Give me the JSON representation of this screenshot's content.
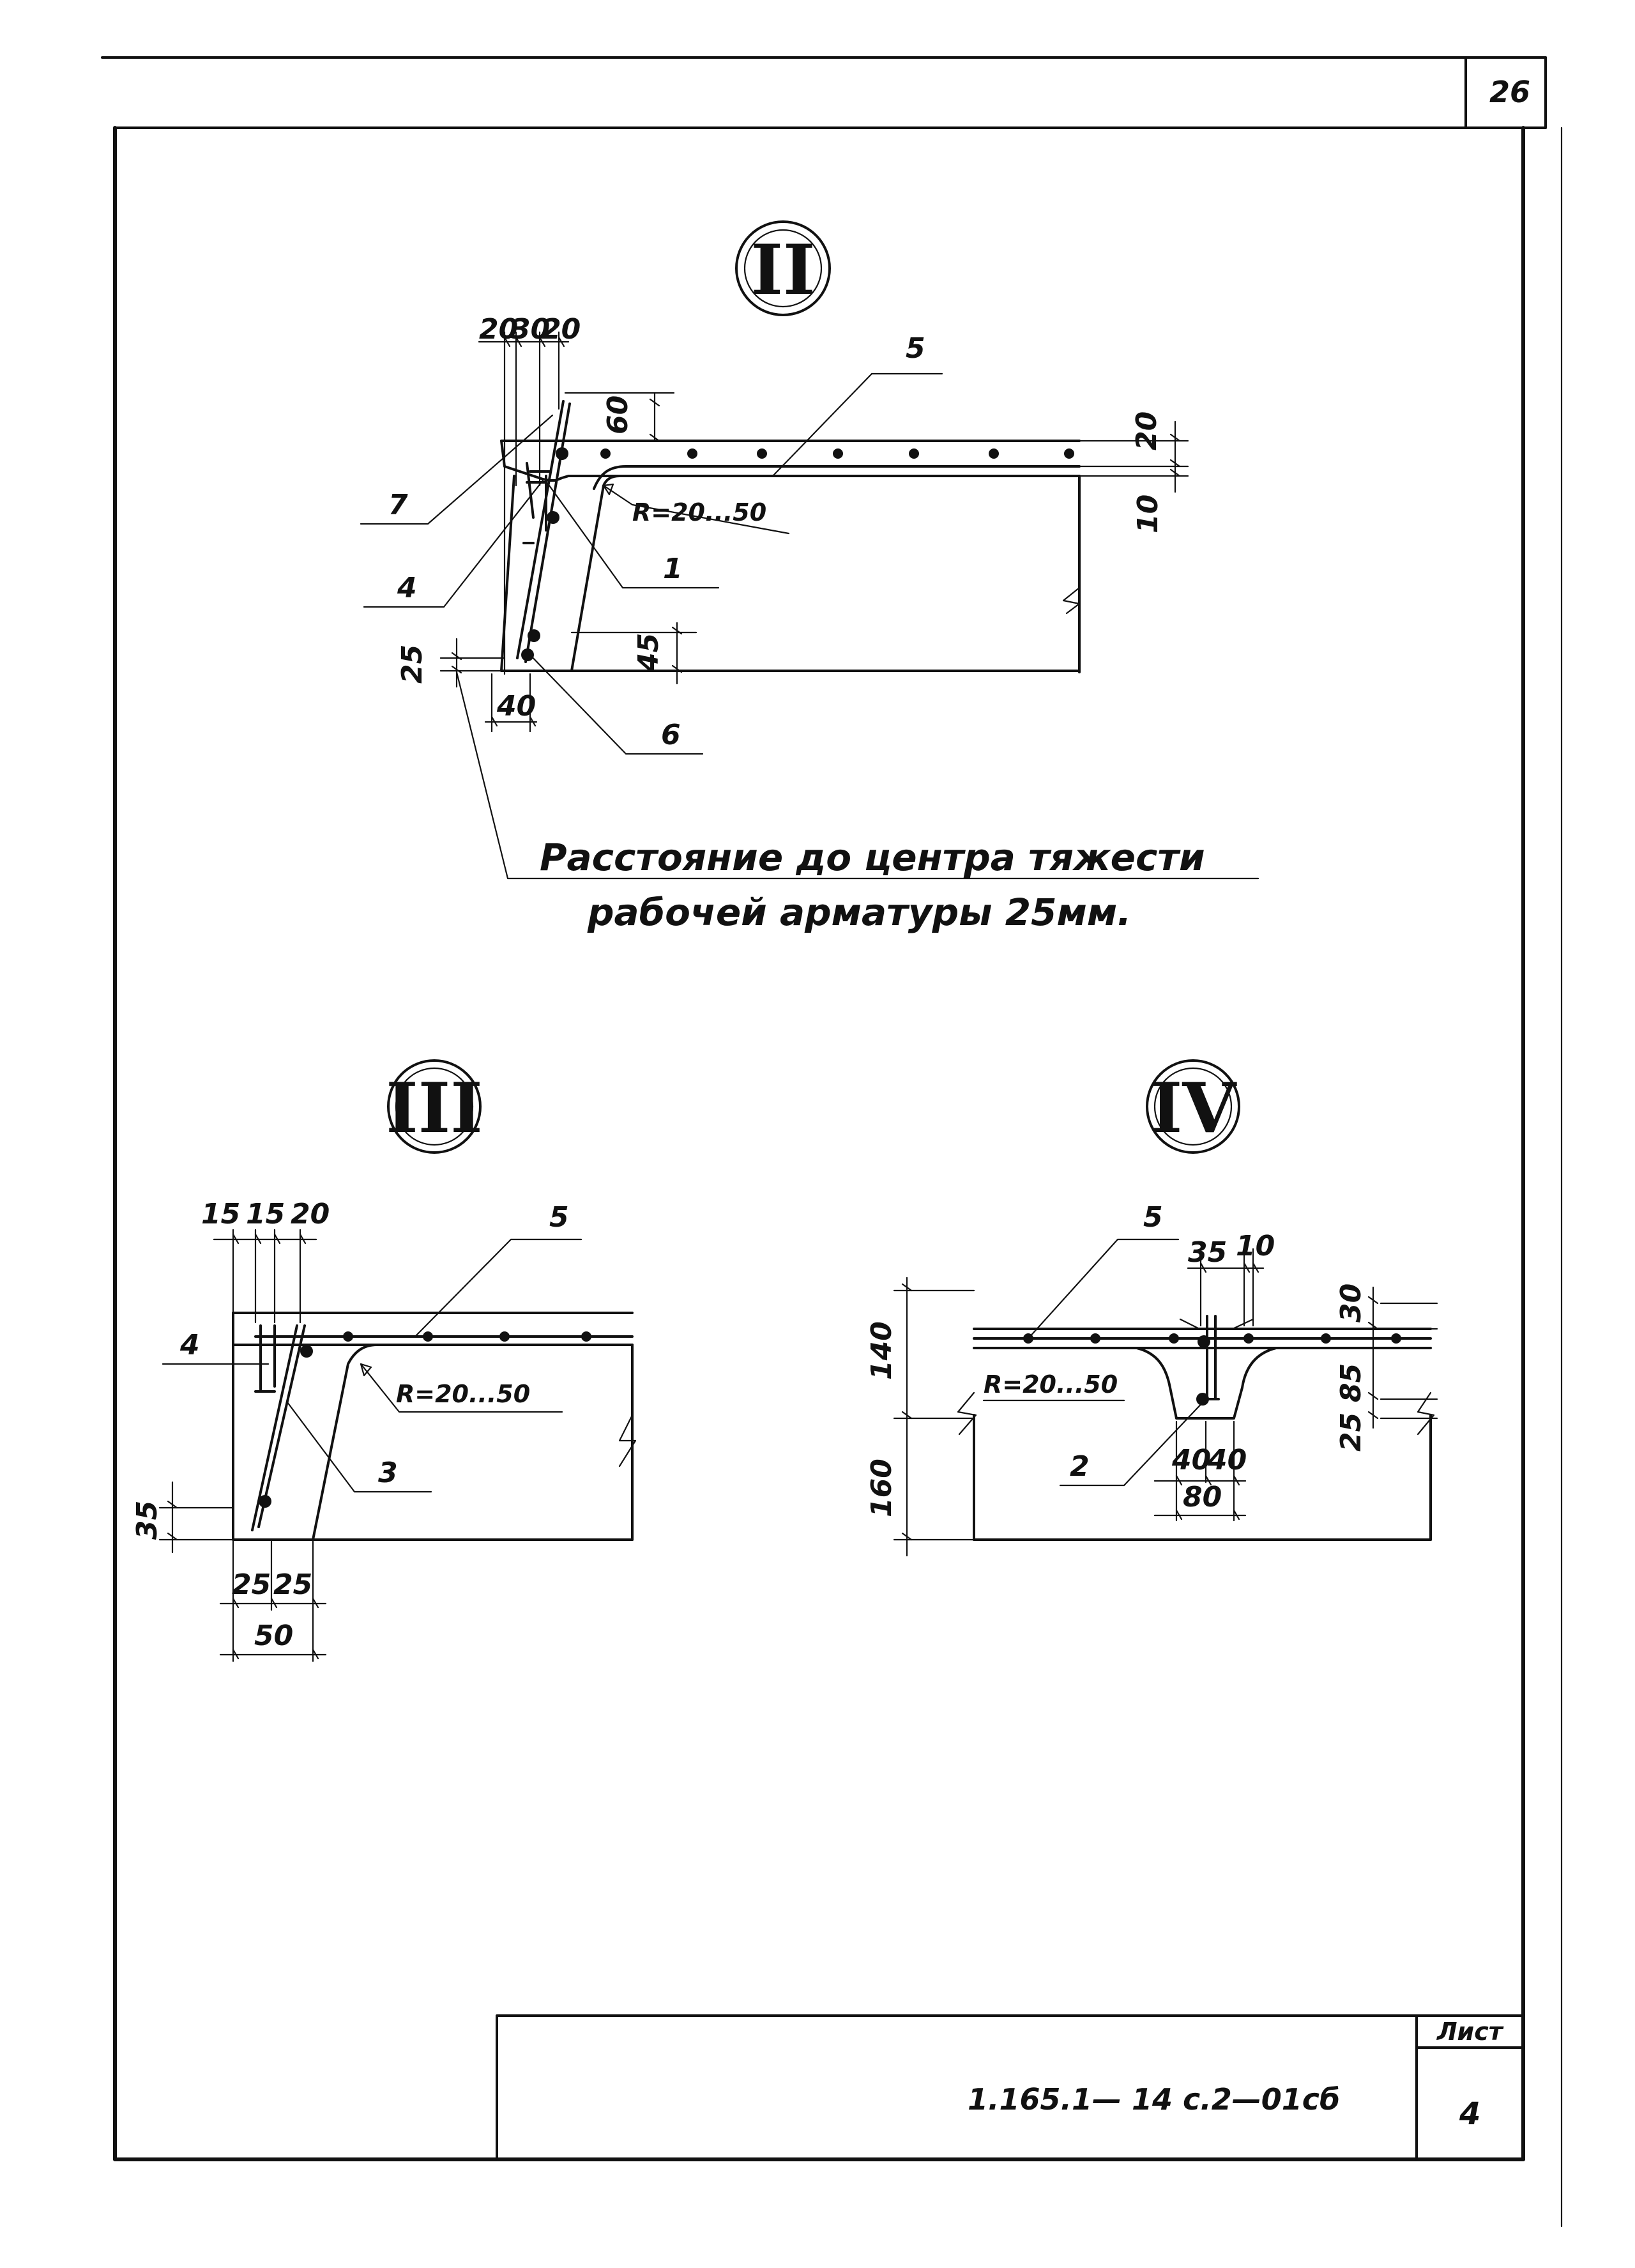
{
  "page": {
    "number": "26",
    "sheet_label": "Лист",
    "sheet_number": "4",
    "doc_code": "1.165.1— 14 с.2—01сб"
  },
  "details": {
    "ii": {
      "mark": "II",
      "dimensions": {
        "top_a": "20",
        "top_b": "30",
        "top_c": "20",
        "upper_offset": "60",
        "right_top": "20",
        "right_bottom": "10",
        "radius": "R=20...50",
        "bottom_left": "25",
        "bottom_width": "40",
        "bottom_right": "45"
      },
      "labels": {
        "top_bar": "5",
        "left_upper": "7",
        "left_lower": "4",
        "inner": "1",
        "bottom": "6"
      },
      "note": {
        "line1": "Расстояние до центра тяжести",
        "line2": "рабочей арматуры 25мм."
      }
    },
    "iii": {
      "mark": "III",
      "dimensions": {
        "top_a": "15",
        "top_b": "15",
        "top_c": "20",
        "radius": "R=20...50",
        "left_bottom": "35",
        "bottom_a": "25",
        "bottom_b": "25",
        "bottom_total": "50"
      },
      "labels": {
        "top_bar": "5",
        "left": "4",
        "inner": "3"
      }
    },
    "iv": {
      "mark": "IV",
      "dimensions": {
        "top_a": "35",
        "top_b": "10",
        "right_top": "30",
        "left_top": "140",
        "left_bottom": "160",
        "radius": "R=20...50",
        "right_mid": "85",
        "right_bottom": "25",
        "bottom_a": "40",
        "bottom_b": "40",
        "bottom_total": "80"
      },
      "labels": {
        "top_bar": "5",
        "bottom_bar": "2"
      }
    }
  }
}
